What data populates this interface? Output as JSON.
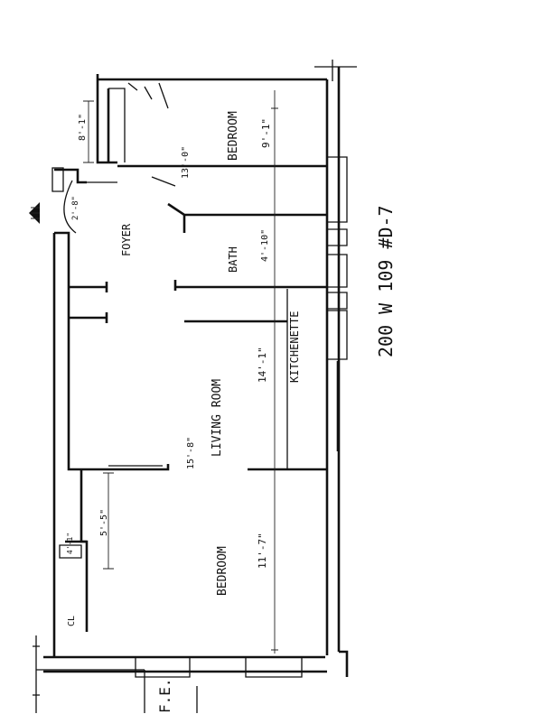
{
  "plan": {
    "address": "200 W 109 #D-7",
    "rooms": [
      {
        "key": "bedroom_top",
        "name": "BEDROOM",
        "dim": "13'-0\"",
        "dim2": "9'-1\""
      },
      {
        "key": "foyer",
        "name": "FOYER",
        "dim": ""
      },
      {
        "key": "bath",
        "name": "BATH",
        "dim": "4'-10\""
      },
      {
        "key": "kitchenette",
        "name": "KITCHENETTE",
        "dim": "14'-1\""
      },
      {
        "key": "living",
        "name": "LIVING ROOM",
        "dim": "15'-8\""
      },
      {
        "key": "bedroom_bottom",
        "name": "BEDROOM",
        "dim": "11'-7\""
      }
    ],
    "dims": {
      "top_left": "8'-1\"",
      "foyer_small": "2'-8\"",
      "left_side": "5'-5\"",
      "closet_small": "4'-1\""
    },
    "labels": {
      "closet": "CL",
      "fire_escape": "F.E."
    },
    "colors": {
      "line": "#111111",
      "paper": "#ffffff"
    }
  }
}
